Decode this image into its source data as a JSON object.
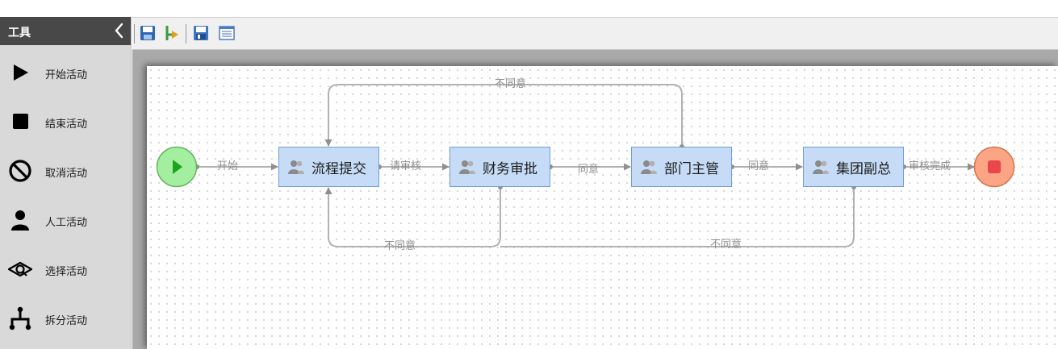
{
  "sidebar": {
    "title": "工具",
    "tools": [
      {
        "label": "开始活动",
        "icon": "play-icon"
      },
      {
        "label": "结束活动",
        "icon": "stop-square-icon"
      },
      {
        "label": "取消活动",
        "icon": "prohibited-icon"
      },
      {
        "label": "人工活动",
        "icon": "person-icon"
      },
      {
        "label": "选择活动",
        "icon": "eye-choice-icon"
      },
      {
        "label": "拆分活动",
        "icon": "split-icon"
      }
    ]
  },
  "toolbar": {
    "buttons": [
      "save-icon",
      "export-icon",
      "save-as-icon",
      "list-icon"
    ]
  },
  "flow": {
    "nodes": [
      {
        "label": "流程提交"
      },
      {
        "label": "财务审批"
      },
      {
        "label": "部门主管"
      },
      {
        "label": "集团副总"
      }
    ],
    "edges": {
      "start": "开始",
      "review": "请审核",
      "agree1": "同意",
      "agree2": "同意",
      "complete": "审核完成",
      "reject_top": "不同意",
      "reject_mid": "不同意",
      "reject_right": "不同意"
    }
  }
}
